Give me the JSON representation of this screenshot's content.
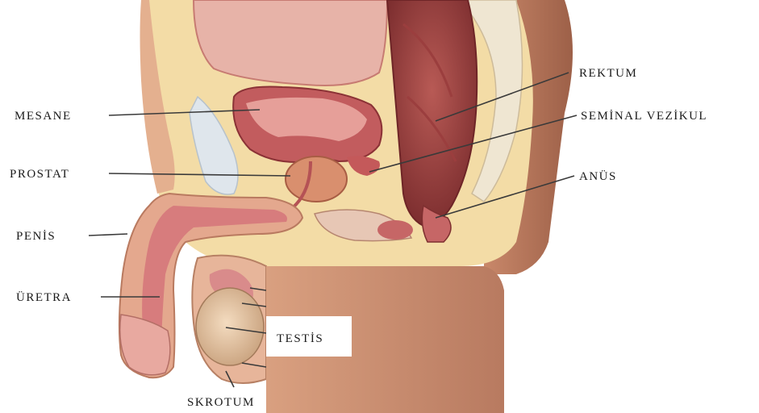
{
  "labels": {
    "mesane": "MESANE",
    "prostat": "PROSTAT",
    "penis": "PENİS",
    "uretra": "ÜRETRA",
    "rektum": "REKTUM",
    "seminal_vezikul": "SEMİNAL VEZİKUL",
    "anus": "ANÜS",
    "testis": "TESTİS",
    "skrotum": "SKROTUM"
  },
  "colors": {
    "skin": "#c98a6e",
    "skin_light": "#e8b99d",
    "fat": "#f3dca6",
    "muscle": "#b24a4f",
    "muscle_light": "#d77c7d",
    "mucosa": "#e9a7a2",
    "bone": "#efe6d2",
    "leader": "#3a3a3a"
  }
}
